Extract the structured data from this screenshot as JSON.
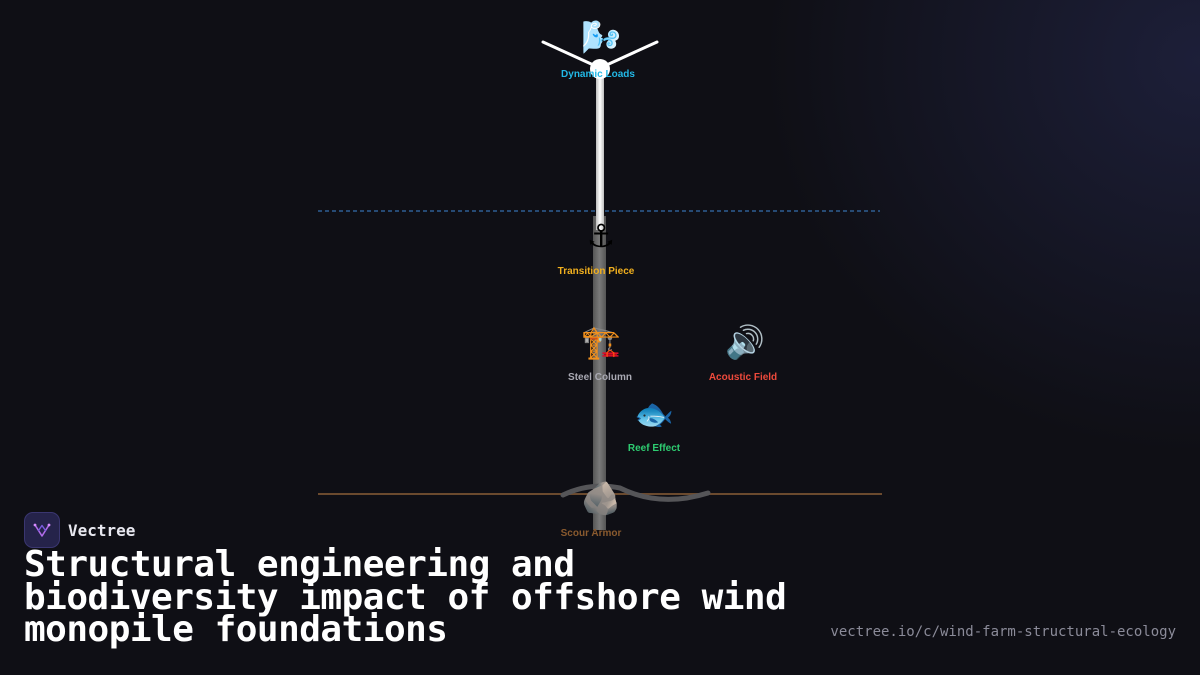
{
  "diagram": {
    "components": [
      {
        "id": "dynamic-loads",
        "icon": "wind-icon",
        "emoji": "🌬️",
        "label": "Dynamic Loads",
        "color": "#22b8e6"
      },
      {
        "id": "transition-piece",
        "icon": "anchor-icon",
        "emoji": "⚓",
        "label": "Transition Piece",
        "color": "#f2b01e"
      },
      {
        "id": "steel-column",
        "icon": "crane-icon",
        "emoji": "🏗️",
        "label": "Steel Column",
        "color": "#a9a9b3"
      },
      {
        "id": "acoustic-field",
        "icon": "speaker-icon",
        "emoji": "🔊",
        "label": "Acoustic Field",
        "color": "#ef4a3c"
      },
      {
        "id": "reef-effect",
        "icon": "fish-icon",
        "emoji": "🐟",
        "label": "Reef Effect",
        "color": "#2ecc71"
      },
      {
        "id": "scour-armor",
        "icon": "rock-icon",
        "emoji": "🪨",
        "label": "Scour Armor",
        "color": "#8a5a2e"
      }
    ],
    "colors": {
      "sea_surface": "#2f5f93",
      "seabed": "#6b4a2e",
      "tower": "#e6e6e6",
      "monopile": "#6a6a6a",
      "scour": "#555558"
    }
  },
  "brand": {
    "name": "Vectree",
    "logo_icon": "vectree-logo-icon"
  },
  "title": "Structural engineering and biodiversity impact of offshore wind monopile foundations",
  "url": "vectree.io/c/wind-farm-structural-ecology"
}
